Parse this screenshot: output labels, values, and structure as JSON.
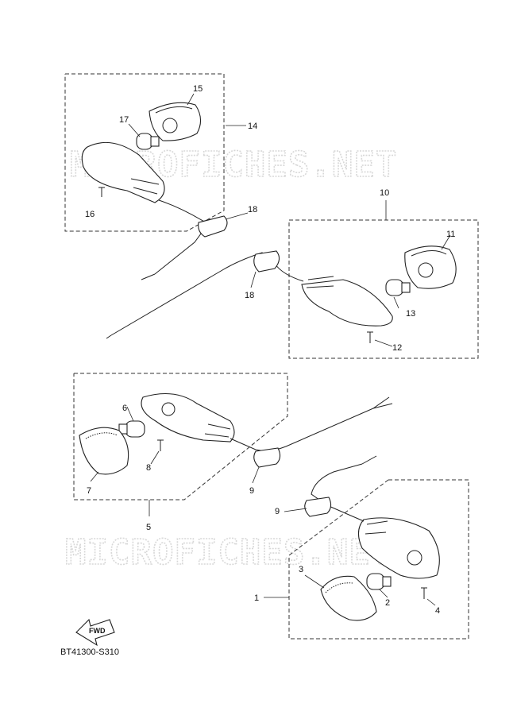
{
  "watermark": "MICROFICHES.NET",
  "diagram_code": "BT41300-S310",
  "fwd_label": "FWD",
  "callouts": {
    "c1": "1",
    "c2": "2",
    "c3": "3",
    "c4": "4",
    "c5": "5",
    "c6": "6",
    "c7": "7",
    "c8": "8",
    "c9a": "9",
    "c9b": "9",
    "c10": "10",
    "c11": "11",
    "c12": "12",
    "c13": "13",
    "c14": "14",
    "c15": "15",
    "c16": "16",
    "c17": "17",
    "c18a": "18",
    "c18b": "18"
  }
}
